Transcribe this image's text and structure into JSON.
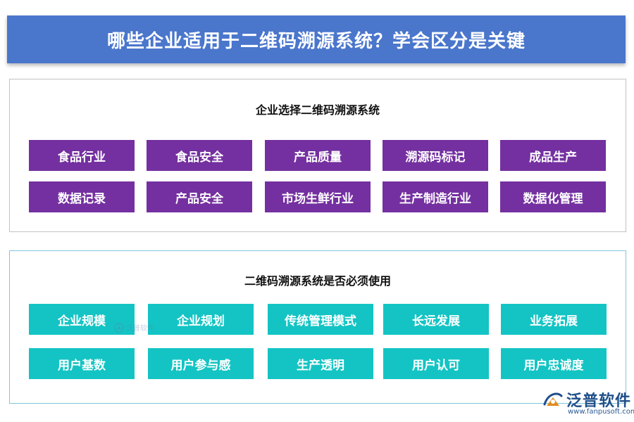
{
  "banner": {
    "title": "哪些企业适用于二维码溯源系统？学会区分是关键"
  },
  "panel1": {
    "title": "企业选择二维码溯源系统",
    "row1": [
      "食品行业",
      "食品安全",
      "产品质量",
      "溯源码标记",
      "成品生产"
    ],
    "row2": [
      "数据记录",
      "产品安全",
      "市场生鲜行业",
      "生产制造行业",
      "数据化管理"
    ]
  },
  "panel2": {
    "title": "二维码溯源系统是否必须使用",
    "row1": [
      "企业规模",
      "企业规划",
      "传统管理模式",
      "长远发展",
      "业务拓展"
    ],
    "row2": [
      "用户基数",
      "用户参与感",
      "生产透明",
      "用户认可",
      "用户忠诚度"
    ]
  },
  "watermark": {
    "text": "泛普软件"
  },
  "logo": {
    "name": "泛普软件",
    "url": "www.fanpusoft.com"
  },
  "colors": {
    "banner": "#4A76CC",
    "panel1_tile": "#7430A0",
    "panel2_tile": "#14C4C4"
  }
}
